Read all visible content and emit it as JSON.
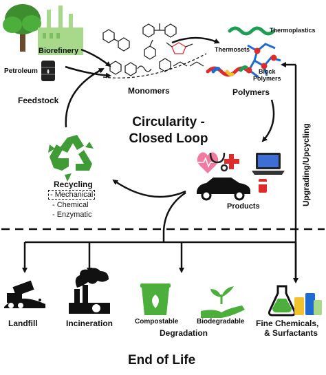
{
  "title_line1": "Circularity -",
  "title_line2": "Closed Loop",
  "feedstock": {
    "biorefinery": "Biorefinery",
    "petroleum": "Petroleum",
    "label": "Feedstock"
  },
  "monomers": "Monomers",
  "polymers": {
    "label": "Polymers",
    "thermoplastics": "Thermoplastics",
    "thermosets": "Thermosets",
    "block_line1": "Block",
    "block_line2": "Polymers"
  },
  "products": "Products",
  "recycling": {
    "label": "Recycling",
    "items": [
      "- Mechanical",
      "- Chemical",
      "- Enzymatic"
    ]
  },
  "upgrading": "Upgrading/Upcycling",
  "end_of_life": {
    "title": "End of Life",
    "landfill": "Landfill",
    "incineration": "Incineration",
    "compostable": "Compostable",
    "biodegradable": "Biodegradable",
    "degradation": "Degradation",
    "fine_line1": "Fine Chemicals,",
    "fine_line2": "& Surfactants"
  },
  "colors": {
    "green": "#4caf3b",
    "light_green": "#a8d88a",
    "recycle_green": "#3f9b35",
    "red": "#e02b2b",
    "pink": "#f07aa0",
    "blue": "#1f6bd1",
    "dark": "#111111"
  }
}
